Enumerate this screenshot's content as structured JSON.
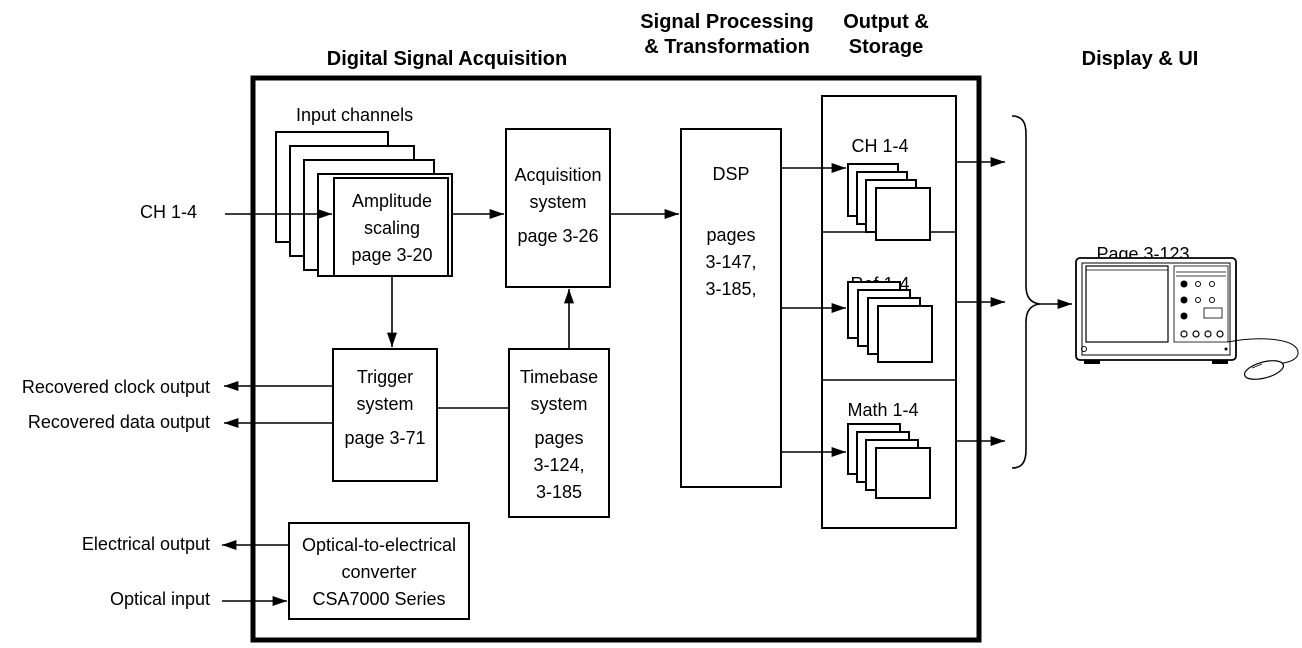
{
  "headers": {
    "acquisition": "Digital Signal Acquisition",
    "processing_1": "Signal Processing",
    "processing_2": "& Transformation",
    "output_1": "Output &",
    "output_2": "Storage",
    "display": "Display & UI"
  },
  "blocks": {
    "input_channels": "Input channels",
    "amplitude": [
      "Amplitude",
      "scaling",
      "page 3-20"
    ],
    "acquisition": [
      "Acquisition",
      "system",
      "page 3-26"
    ],
    "dsp": [
      "DSP",
      "pages",
      "3-147,",
      "3-185,"
    ],
    "trigger": [
      "Trigger",
      "system",
      "page 3-71"
    ],
    "timebase": [
      "Timebase",
      "system",
      "pages",
      "3-124,",
      "3-185"
    ],
    "optical": [
      "Optical-to-electrical",
      "converter",
      "CSA7000 Series"
    ]
  },
  "storage": {
    "ch": "CH 1-4",
    "ref": "Ref 1-4",
    "math": "Math 1-4"
  },
  "signals": {
    "ch_in": "CH 1-4",
    "clock_out": "Recovered clock output",
    "data_out": "Recovered data output",
    "electrical_out": "Electrical output",
    "optical_in": "Optical input"
  },
  "display_page": "Page 3-123"
}
